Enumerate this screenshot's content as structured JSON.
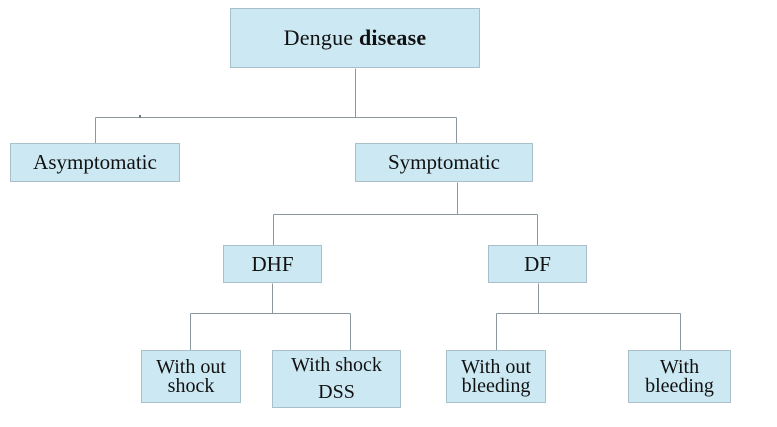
{
  "diagram": {
    "title": "Dengue disease classification tree",
    "type": "flowchart-tree",
    "background_color": "#ffffff",
    "node_fill_color": "#cce8f3",
    "node_border_color": "#a9bfc9",
    "edge_color": "#8c989e",
    "text_color": "#111111",
    "nodes": [
      {
        "id": "root",
        "label": "Dengue disease",
        "label_part_1": "Dengue ",
        "label_part_2": "disease",
        "level": 0
      },
      {
        "id": "asymptomatic",
        "label": "Asymptomatic",
        "level": 1
      },
      {
        "id": "symptomatic",
        "label": "Symptomatic",
        "level": 1
      },
      {
        "id": "dhf",
        "label": "DHF",
        "level": 2
      },
      {
        "id": "df",
        "label": "DF",
        "level": 2
      },
      {
        "id": "without-shock",
        "label": "With out\nshock",
        "level": 3
      },
      {
        "id": "with-shock-dss",
        "label": "With shock\nDSS",
        "level": 3
      },
      {
        "id": "without-bleeding",
        "label": "With out\nbleeding",
        "level": 3
      },
      {
        "id": "with-bleeding",
        "label": "With\nbleeding",
        "level": 3
      }
    ],
    "edges": [
      {
        "from": "root",
        "to": "asymptomatic"
      },
      {
        "from": "root",
        "to": "symptomatic"
      },
      {
        "from": "symptomatic",
        "to": "dhf"
      },
      {
        "from": "symptomatic",
        "to": "df"
      },
      {
        "from": "dhf",
        "to": "without-shock"
      },
      {
        "from": "dhf",
        "to": "with-shock-dss"
      },
      {
        "from": "df",
        "to": "without-bleeding"
      },
      {
        "from": "df",
        "to": "with-bleeding"
      }
    ]
  }
}
